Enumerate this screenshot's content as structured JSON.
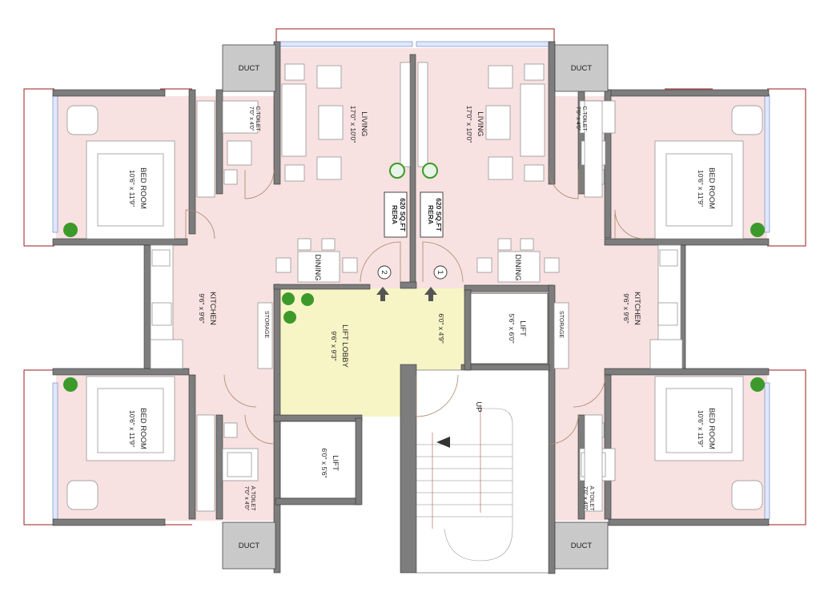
{
  "rooms": {
    "living_left": {
      "name": "LIVING",
      "dims": "17'0\" x 10'0\""
    },
    "living_right": {
      "name": "LIVING",
      "dims": "17'0\" x 10'0\""
    },
    "bed_tl": {
      "name": "BED ROOM",
      "dims": "10'6\" x 11'9\""
    },
    "bed_tr": {
      "name": "BED ROOM",
      "dims": "10'6\" x 11'9\""
    },
    "bed_bl": {
      "name": "BED ROOM",
      "dims": "10'6\" x 11'9\""
    },
    "bed_br": {
      "name": "BED ROOM",
      "dims": "10'6\" x 11'9\""
    },
    "kitchen_left": {
      "name": "KITCHEN",
      "dims": "9'6\" x 9'6\""
    },
    "kitchen_right": {
      "name": "KITCHEN",
      "dims": "9'6\" x 9'6\""
    },
    "dining_left": {
      "name": "DINING"
    },
    "dining_right": {
      "name": "DINING"
    },
    "ctoilet_left": {
      "name": "C.TOILET",
      "dims": "7'0\" x 4'0\""
    },
    "ctoilet_right": {
      "name": "C.TOILET",
      "dims": "7'0\" x 4'0\""
    },
    "atoilet_left": {
      "name": "A.TOILET",
      "dims": "7'0\" x 4'0\""
    },
    "atoilet_right": {
      "name": "A.TOILET",
      "dims": "7'0\" x 4'0\""
    },
    "storage_left": {
      "name": "STORAGE"
    },
    "storage_right": {
      "name": "STORAGE"
    },
    "lift_lobby": {
      "name": "LIFT LOBBY",
      "dims": "9'6\" x 9'3\""
    },
    "lift_right": {
      "name": "LIFT",
      "dims": "5'6\" x 6'0\""
    },
    "lift_bottom": {
      "name": "LIFT",
      "dims": "6'0\" x 5'6\""
    },
    "passage": {
      "dims": "6'0\" x 4'9\""
    },
    "stair": {
      "up": "UP"
    }
  },
  "ducts": [
    "DUCT",
    "DUCT",
    "DUCT",
    "DUCT"
  ],
  "rera": [
    {
      "line1": "RERA",
      "line2": "620 SQ.FT"
    },
    {
      "line1": "RERA",
      "line2": "620 SQ.FT"
    }
  ],
  "flats": [
    "2",
    "1"
  ],
  "colors": {
    "room_fill": "#f8e1e1",
    "lobby_fill": "#f7f5c6",
    "wall": "#7d7d7d",
    "outline": "#9e1b1b",
    "glass": "#dfe7ff"
  }
}
